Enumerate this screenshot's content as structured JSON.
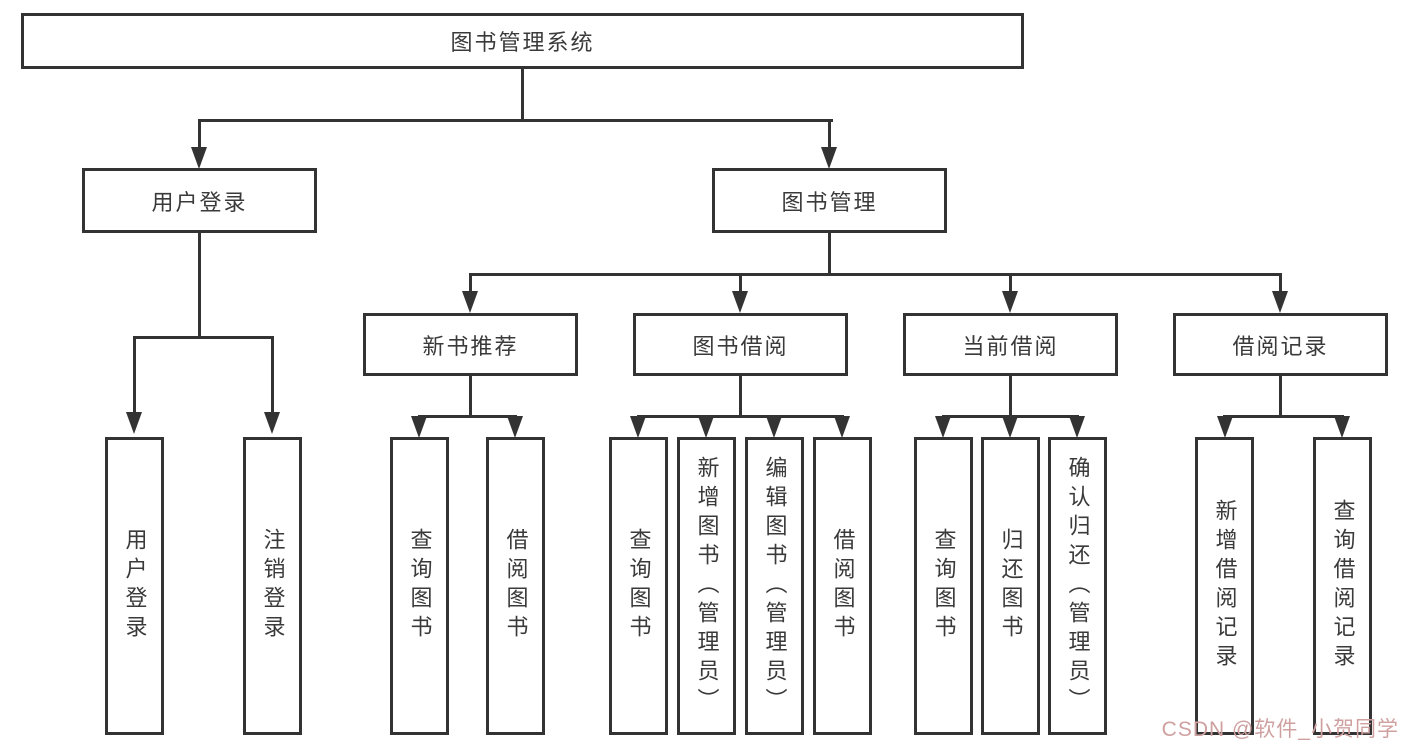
{
  "diagram_title": "图书管理系统",
  "tree": {
    "root": {
      "label": "图书管理系统",
      "children": [
        {
          "label": "用户登录",
          "children": [
            {
              "label": "用户登录"
            },
            {
              "label": "注销登录"
            }
          ]
        },
        {
          "label": "图书管理",
          "children": [
            {
              "label": "新书推荐",
              "children": [
                {
                  "label": "查询图书"
                },
                {
                  "label": "借阅图书"
                }
              ]
            },
            {
              "label": "图书借阅",
              "children": [
                {
                  "label": "查询图书"
                },
                {
                  "label": "新增图书（管理员）"
                },
                {
                  "label": "编辑图书（管理员）"
                },
                {
                  "label": "借阅图书"
                }
              ]
            },
            {
              "label": "当前借阅",
              "children": [
                {
                  "label": "查询图书"
                },
                {
                  "label": "归还图书"
                },
                {
                  "label": "确认归还（管理员）"
                }
              ]
            },
            {
              "label": "借阅记录",
              "children": [
                {
                  "label": "新增借阅记录"
                },
                {
                  "label": "查询借阅记录"
                }
              ]
            }
          ]
        }
      ]
    }
  },
  "watermark": {
    "text": "CSDN @软件_小贺同学"
  },
  "colors": {
    "line": "#333333",
    "box_border": "#333333",
    "text": "#3a3a3a",
    "watermark": "#cfa0a0",
    "background": "#ffffff"
  }
}
